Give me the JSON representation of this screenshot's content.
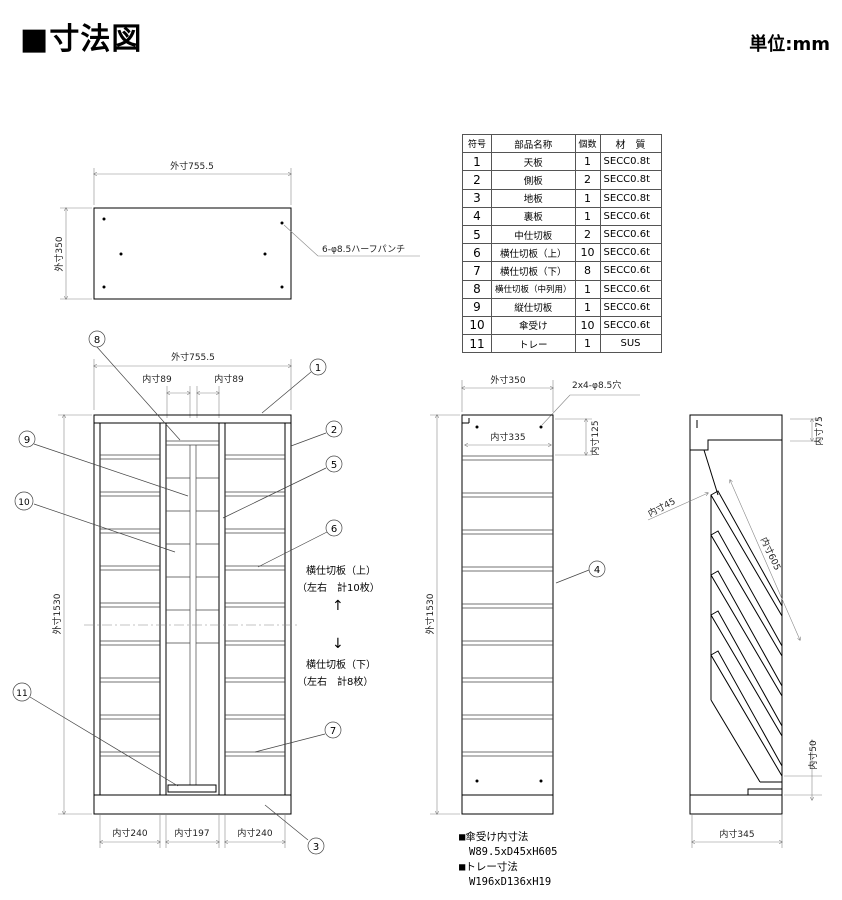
{
  "header": {
    "title": "■寸法図",
    "unit": "単位:mm"
  },
  "top_view": {
    "width_label": "外寸755.5",
    "depth_label": "外寸350",
    "punch_label": "6-φ8.5ハーフパンチ"
  },
  "front_view": {
    "width_label": "外寸755.5",
    "inner_top_left": "内寸89",
    "inner_top_right": "内寸89",
    "height_label": "外寸1530",
    "bottom_left": "内寸240",
    "bottom_center": "内寸197",
    "bottom_right": "内寸240",
    "note_upper_1": "横仕切板（上）",
    "note_upper_2": "（左右　計10枚）",
    "note_lower_1": "横仕切板（下）",
    "note_lower_2": "（左右　計8枚）",
    "arrow_up": "↑",
    "arrow_down": "↓"
  },
  "side_view": {
    "width_label": "外寸350",
    "holes_label": "2x4-φ8.5穴",
    "inner_width": "内寸335",
    "inner_125": "内寸125",
    "height_label": "外寸1530"
  },
  "section_view": {
    "inner_75": "内寸75",
    "inner_45": "内寸45",
    "inner_605": "内寸605",
    "inner_50": "内寸50",
    "inner_345": "内寸345"
  },
  "callouts": [
    "1",
    "2",
    "3",
    "4",
    "5",
    "6",
    "7",
    "8",
    "9",
    "10",
    "11"
  ],
  "parts_table": {
    "headers": [
      "符号",
      "部品名称",
      "個数",
      "材　質"
    ],
    "rows": [
      {
        "no": "1",
        "name": "天板",
        "qty": "1",
        "mat": "SECC0.8t"
      },
      {
        "no": "2",
        "name": "側板",
        "qty": "2",
        "mat": "SECC0.8t"
      },
      {
        "no": "3",
        "name": "地板",
        "qty": "1",
        "mat": "SECC0.8t"
      },
      {
        "no": "4",
        "name": "裏板",
        "qty": "1",
        "mat": "SECC0.6t"
      },
      {
        "no": "5",
        "name": "中仕切板",
        "qty": "2",
        "mat": "SECC0.6t"
      },
      {
        "no": "6",
        "name": "横仕切板（上）",
        "qty": "10",
        "mat": "SECC0.6t"
      },
      {
        "no": "7",
        "name": "横仕切板（下）",
        "qty": "8",
        "mat": "SECC0.6t"
      },
      {
        "no": "8",
        "name": "横仕切板（中列用）",
        "qty": "1",
        "mat": "SECC0.6t"
      },
      {
        "no": "9",
        "name": "縦仕切板",
        "qty": "1",
        "mat": "SECC0.6t"
      },
      {
        "no": "10",
        "name": "傘受け",
        "qty": "10",
        "mat": "SECC0.6t"
      },
      {
        "no": "11",
        "name": "トレー",
        "qty": "1",
        "mat": "SUS"
      }
    ]
  },
  "notes": {
    "umbrella_title": "■傘受け内寸法",
    "umbrella_dims": "W89.5xD45xH605",
    "tray_title": "■トレー寸法",
    "tray_dims": "W196xD136xH19"
  }
}
